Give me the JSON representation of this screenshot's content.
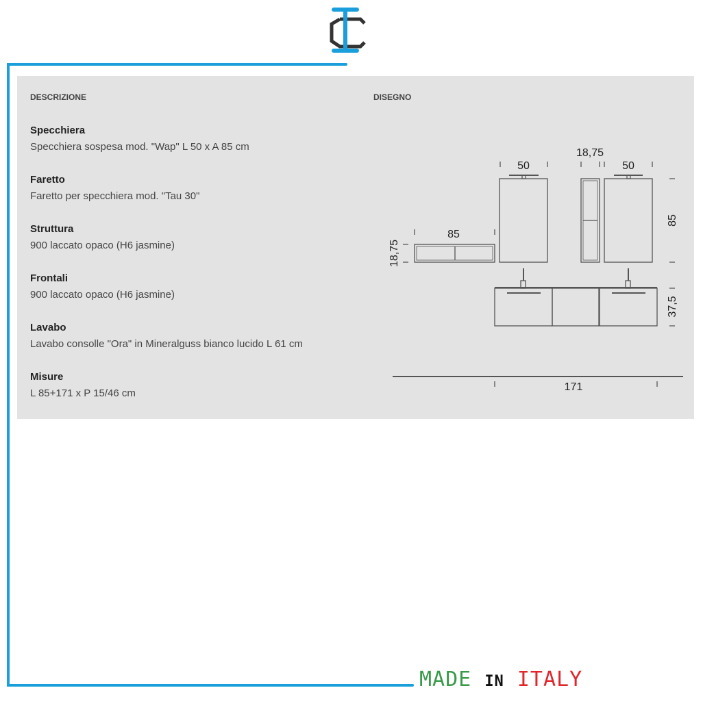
{
  "headers": {
    "description": "DESCRIZIONE",
    "drawing": "DISEGNO"
  },
  "items": [
    {
      "title": "Specchiera",
      "desc": "Specchiera sospesa mod. \"Wap\" L 50 x A 85 cm"
    },
    {
      "title": "Faretto",
      "desc": "Faretto per specchiera mod. \"Tau 30\""
    },
    {
      "title": "Struttura",
      "desc": "900 laccato opaco (H6 jasmine)"
    },
    {
      "title": "Frontali",
      "desc": "900 laccato opaco (H6 jasmine)"
    },
    {
      "title": "Lavabo",
      "desc": "Lavabo consolle \"Ora\" in Mineralguss bianco lucido L 61 cm"
    },
    {
      "title": "Misure",
      "desc": "L 85+171 x P 15/46 cm"
    }
  ],
  "drawing": {
    "shelf_w": "85",
    "shelf_h": "18,75",
    "mirror1_w": "50",
    "column_w": "18,75",
    "mirror2_w": "50",
    "mirror_h": "85",
    "base_h": "37,5",
    "total_w": "171"
  },
  "badge": {
    "made": "MADE",
    "in": "IN",
    "italy": "ITALY"
  },
  "colors": {
    "accent": "#1a9fdc",
    "green": "#3a9a4a",
    "red": "#e0262b"
  }
}
